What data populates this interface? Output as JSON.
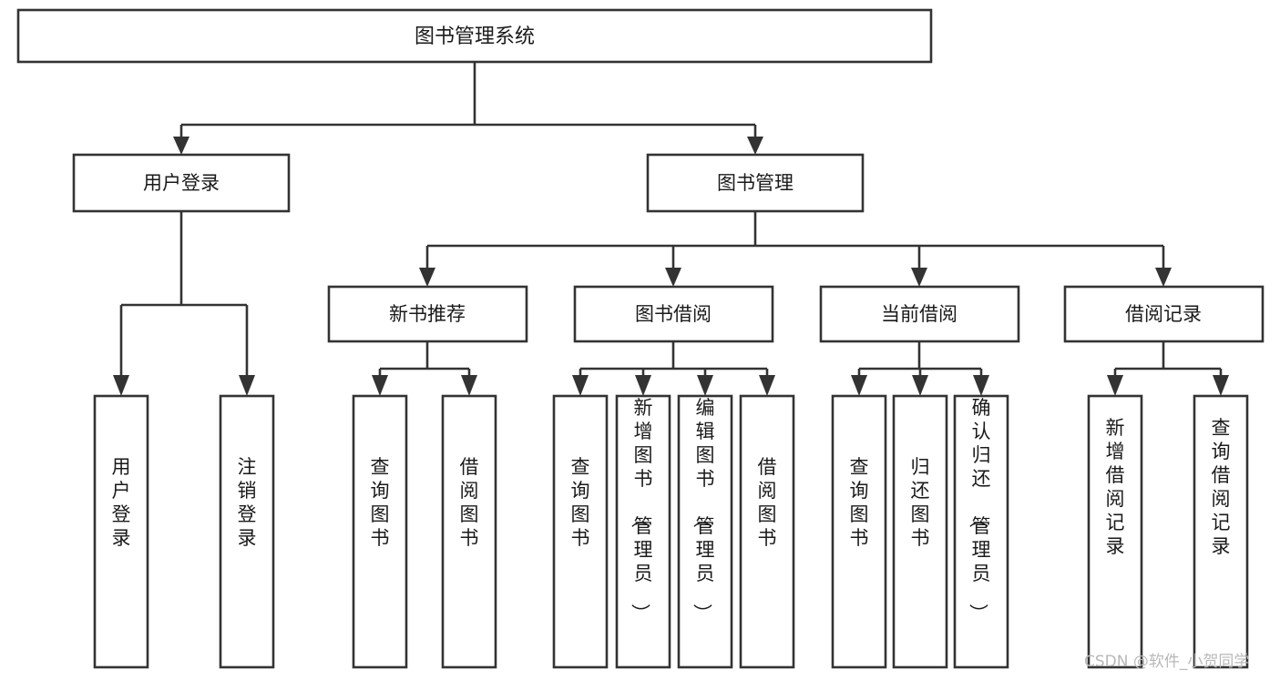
{
  "diagram": {
    "type": "tree",
    "title": "图书管理系统",
    "watermark": "CSDN @软件_小贺同学",
    "colors": {
      "box_stroke": "#333333",
      "box_fill": "#ffffff",
      "text": "#1a1a1a",
      "connector": "#333333",
      "watermark": "#b8b8b8",
      "background": "#ffffff"
    },
    "nodes": {
      "root": {
        "label": "图书管理系统"
      },
      "level2": [
        {
          "label": "用户登录"
        },
        {
          "label": "图书管理"
        }
      ],
      "level3": [
        {
          "label": "新书推荐"
        },
        {
          "label": "图书借阅"
        },
        {
          "label": "当前借阅"
        },
        {
          "label": "借阅记录"
        }
      ],
      "leaves_user_login": [
        {
          "label": "用户登录"
        },
        {
          "label": "注销登录"
        }
      ],
      "leaves_new_book": [
        {
          "label": "查询图书"
        },
        {
          "label": "借阅图书"
        }
      ],
      "leaves_borrow": [
        {
          "label": "查询图书"
        },
        {
          "label": "新增图书（管理员）"
        },
        {
          "label": "编辑图书（管理员）"
        },
        {
          "label": "借阅图书"
        }
      ],
      "leaves_current": [
        {
          "label": "查询图书"
        },
        {
          "label": "归还图书"
        },
        {
          "label": "确认归还（管理员）"
        }
      ],
      "leaves_record": [
        {
          "label": "新增借阅记录"
        },
        {
          "label": "查询借阅记录"
        }
      ]
    }
  }
}
